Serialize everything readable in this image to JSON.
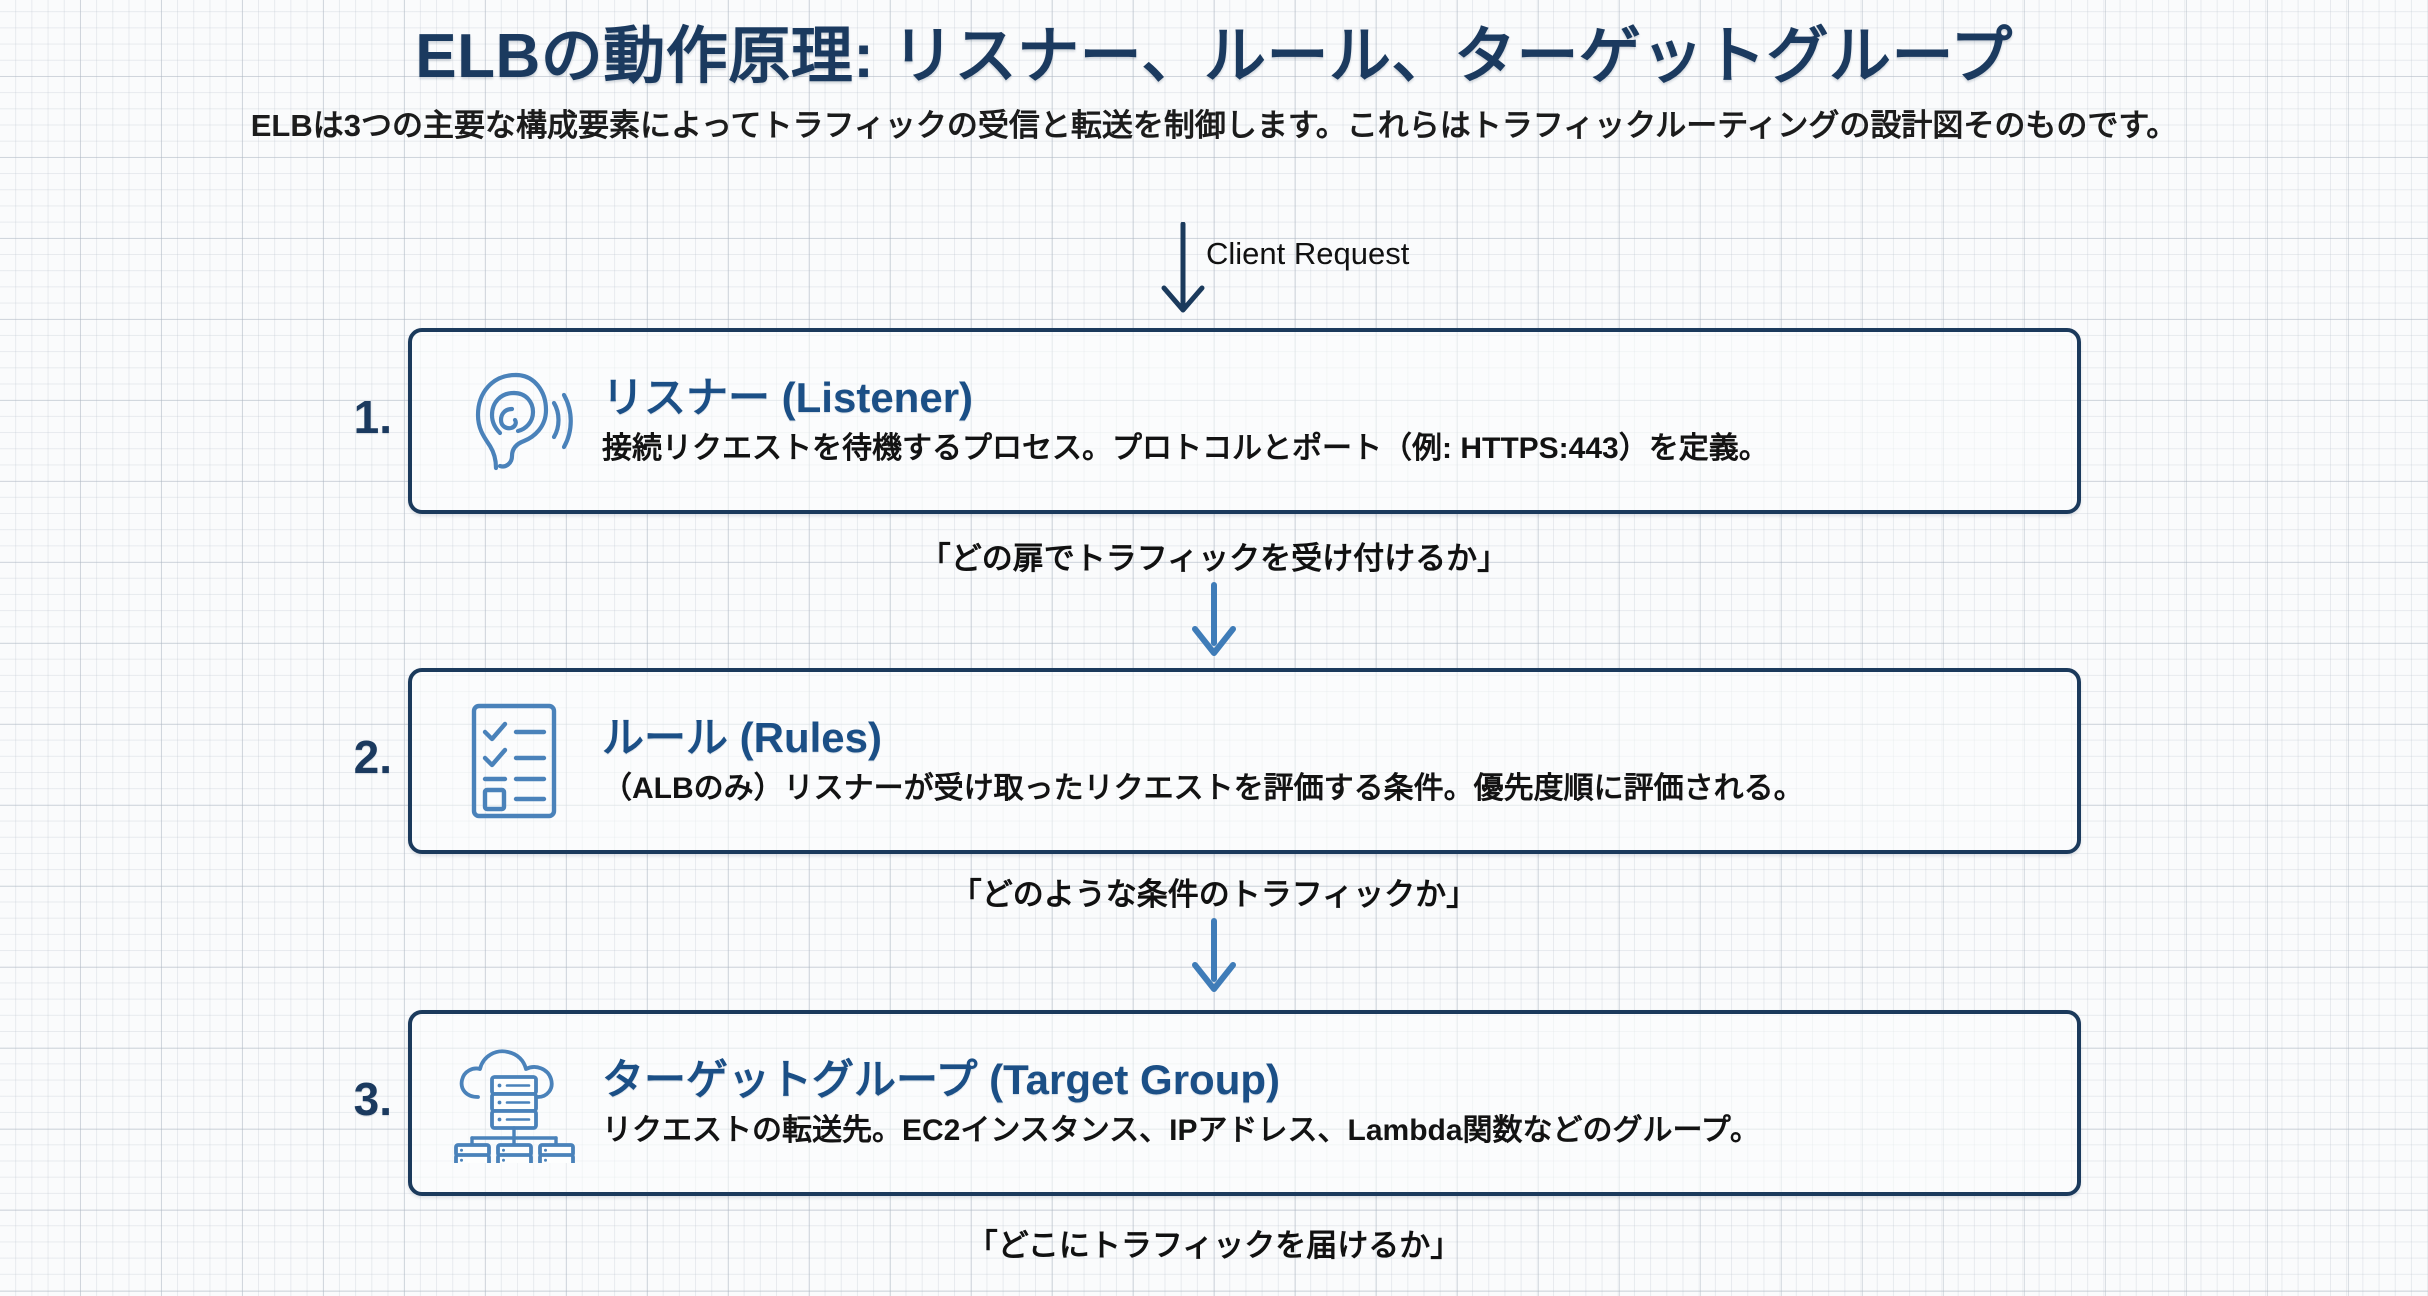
{
  "header": {
    "title": "ELBの動作原理: リスナー、ルール、ターゲットグループ",
    "subtitle": "ELBは3つの主要な構成要素によってトラフィックの受信と転送を制御します。これらはトラフィックルーティングの設計図そのものです。"
  },
  "entry": {
    "label": "Client Request"
  },
  "steps": [
    {
      "number": "1.",
      "icon": "ear-listening-icon",
      "title": "リスナー (Listener)",
      "description": "接続リクエストを待機するプロセス。プロトコルとポート（例: HTTPS:443）を定義。"
    },
    {
      "number": "2.",
      "icon": "checklist-rules-icon",
      "title": "ルール (Rules)",
      "description": "（ALBのみ）リスナーが受け取ったリクエストを評価する条件。優先度順に評価される。"
    },
    {
      "number": "3.",
      "icon": "cloud-server-group-icon",
      "title": "ターゲットグループ (Target Group)",
      "description": "リクエストの転送先。EC2インスタンス、IPアドレス、Lambda関数などのグループ。"
    }
  ],
  "connectors": [
    {
      "label": "「どの扉でトラフィックを受け付けるか」"
    },
    {
      "label": "「どのような条件のトラフィックか」"
    },
    {
      "label": "「どこにトラフィックを届けるか」"
    }
  ],
  "colors": {
    "title_navy": "#1b3a5f",
    "card_border_navy": "#1b3a5c",
    "card_title_blue": "#1b4f86",
    "icon_blue": "#4a82ba",
    "arrow_blue": "#3f7cb8",
    "arrow_navy": "#1b3a5c",
    "body_text": "#111111",
    "background": "#fafbfc"
  }
}
